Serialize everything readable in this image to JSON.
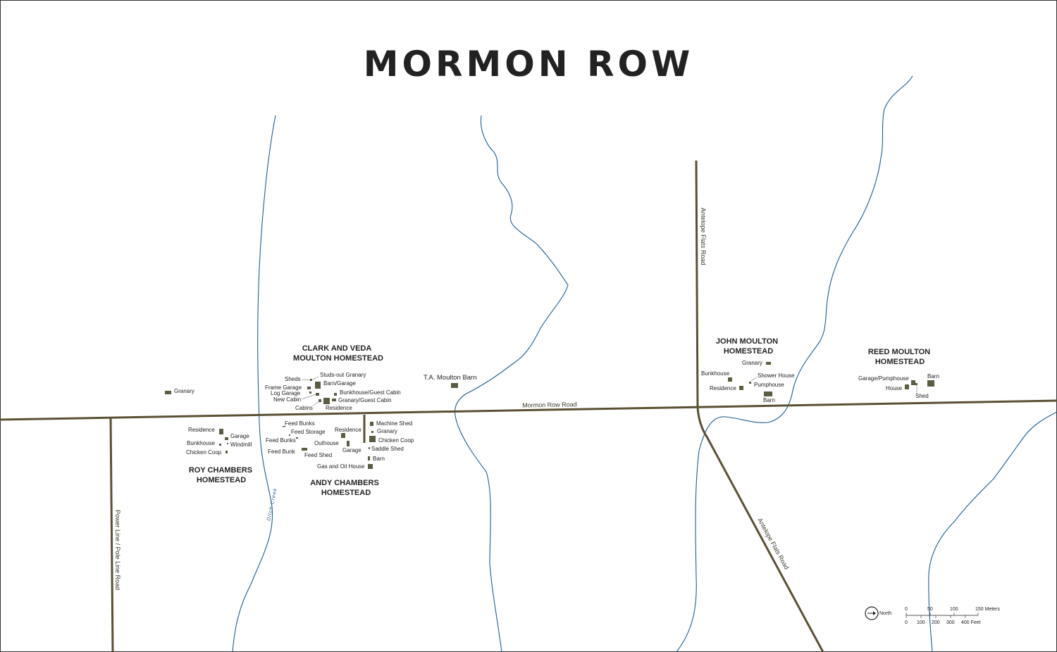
{
  "title": "MORMON ROW",
  "colors": {
    "road": "#5a5034",
    "creek": "#1d5f8f",
    "building": "#5c5c42",
    "text": "#222222"
  },
  "roads": {
    "mormon_row": "Mormon Row Road",
    "antelope_north": "Antelope Flats Road",
    "antelope_south": "Antelope Flats Road",
    "power_line": "Power Line / Pole Line Road"
  },
  "creek_label": "Ditch Creek",
  "homesteads": {
    "clark_veda": [
      "CLARK AND VEDA",
      "MOULTON HOMESTEAD"
    ],
    "ta_moulton": "T.A. Moulton Barn",
    "roy_chambers": [
      "ROY CHAMBERS",
      "HOMESTEAD"
    ],
    "andy_chambers": [
      "ANDY CHAMBERS",
      "HOMESTEAD"
    ],
    "john_moulton": [
      "JOHN MOULTON",
      "HOMESTEAD"
    ],
    "reed_moulton": [
      "REED MOULTON",
      "HOMESTEAD"
    ]
  },
  "buildings": {
    "west_granary": "Granary",
    "clark": {
      "sheds": "Sheds",
      "studs_out_granary": "Studs-out Granary",
      "barn_garage": "Barn/Garage",
      "frame_garage": "Frame Garage",
      "log_garage": "Log Garage",
      "bunkhouse_guest_cabin": "Bunkhouse/Guest Cabin",
      "new_cabin": "New Cabin",
      "granary_guest_cabin": "Granary/Guest Cabin",
      "cabins": "Cabins",
      "residence": "Residence"
    },
    "roy": {
      "residence": "Residence",
      "garage": "Garage",
      "bunkhouse": "Bunkhouse",
      "windmill": "Windmill",
      "chicken_coop": "Chicken Coop"
    },
    "andy": {
      "feed_bunks_1": "Feed Bunks",
      "feed_storage": "Feed Storage",
      "feed_bunks_2": "Feed Bunks",
      "feed_bunk": "Feed Bunk",
      "feed_shed": "Feed Shed",
      "residence": "Residence",
      "outhouse": "Outhouse",
      "garage": "Garage",
      "machine_shed": "Machine Shed",
      "granary": "Granary",
      "chicken_coop": "Chicken Coop",
      "saddle_shed": "Saddle Shed",
      "barn": "Barn",
      "gas_oil_house": "Gas and Oil House"
    },
    "john": {
      "granary": "Granary",
      "bunkhouse": "Bunkhouse",
      "shower_house": "Shower House",
      "pumphouse": "Pumphouse",
      "residence": "Residence",
      "barn": "Barn"
    },
    "reed": {
      "garage_pumphouse": "Garage/Pumphouse",
      "barn": "Barn",
      "house": "House",
      "shed": "Shed"
    }
  },
  "compass_label": "North",
  "scale": {
    "meters": {
      "ticks": [
        "0",
        "50",
        "100",
        "150 Meters"
      ]
    },
    "feet": {
      "ticks": [
        "0",
        "100",
        "200",
        "300",
        "400 Feet"
      ]
    }
  }
}
